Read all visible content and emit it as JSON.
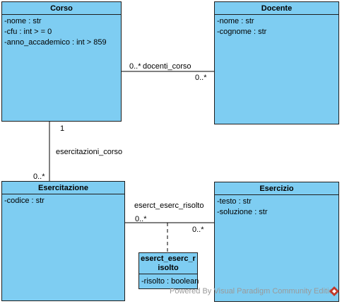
{
  "classes": {
    "corso": {
      "name": "Corso",
      "attributes": [
        "-nome : str",
        "-cfu : int > = 0",
        "-anno_accademico : int > 859"
      ]
    },
    "docente": {
      "name": "Docente",
      "attributes": [
        "-nome : str",
        "-cognome : str"
      ]
    },
    "esercitazione": {
      "name": "Esercitazione",
      "attributes": [
        "-codice : str"
      ]
    },
    "esercizio": {
      "name": "Esercizio",
      "attributes": [
        "-testo : str",
        "-soluzione : str"
      ]
    },
    "association_class": {
      "name_line1": "eserct_eserc_r",
      "name_line2": "isolto",
      "attributes": [
        "-risolto : boolean"
      ]
    }
  },
  "associations": {
    "docenti_corso": {
      "label": "docenti_corso",
      "mult_source": "0..*",
      "mult_target": "0..*"
    },
    "esercitazioni_corso": {
      "label": "esercitazioni_corso",
      "mult_source": "1",
      "mult_target": "0..*"
    },
    "eserct_eserc_risolto": {
      "label": "eserct_eserc_risolto",
      "mult_source": "0..*",
      "mult_target": "0..*"
    }
  },
  "watermark": {
    "text": "Powered By Visual Paradigm Community Edition",
    "icon": "visual-paradigm-logo-icon",
    "icon_color": "#c0392b"
  },
  "colors": {
    "class_fill": "#7ecdf2",
    "border": "#1e1e1e",
    "line": "#000000"
  }
}
